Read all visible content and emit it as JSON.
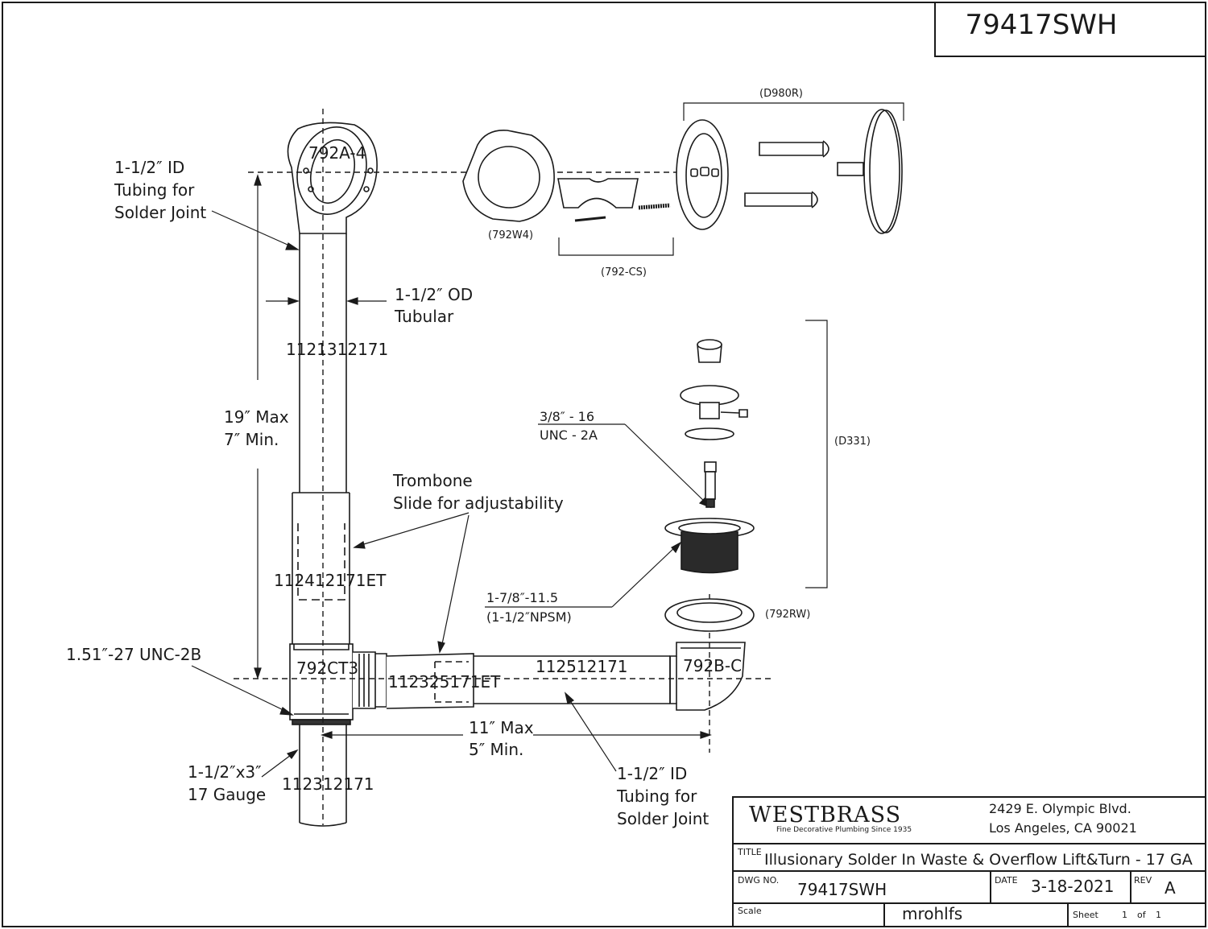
{
  "part_number": "79417SWH",
  "labels": {
    "id_tubing_top": [
      "1-1/2″ ID",
      "Tubing for",
      "Solder Joint"
    ],
    "od_tubular": [
      "1-1/2″ OD",
      "Tubular"
    ],
    "height_dim": [
      "19″ Max",
      "7″ Min."
    ],
    "trombone": [
      "Trombone",
      "Slide for adjustability"
    ],
    "unc_thread": "1.51″-27 UNC-2B",
    "tail": [
      "1-1/2″x3″",
      "17 Gauge"
    ],
    "width_dim": [
      "11″ Max",
      "5″ Min."
    ],
    "id_tubing_bottom": [
      "1-1/2″ ID",
      "Tubing for",
      "Solder Joint"
    ],
    "thread_38": [
      "3/8″ - 16",
      "UNC - 2A"
    ],
    "thread_178": [
      "1-7/8″-11.5",
      "(1-1/2″NPSM)"
    ]
  },
  "parts": {
    "elbow_top": "792A-4",
    "pipe_upper": "1121312171",
    "slide_vertical": "112412171ET",
    "tee": "792CT3",
    "slide_horizontal": "112325171ET",
    "pipe_horizontal": "112512171",
    "drain_elbow": "792B-C",
    "tail_pipe": "112312171",
    "overflow_washer": "(792W4)",
    "cs_group": "(792-CS)",
    "faceplate_group": "(D980R)",
    "stopper_group": "(D331)",
    "rubber_washer": "(792RW)"
  },
  "title_block": {
    "company": "WESTBRASS",
    "tagline": "Fine Decorative Plumbing Since 1935",
    "address1": "2429 E. Olympic Blvd.",
    "address2": "Los Angeles, CA 90021",
    "title_caption": "TITLE",
    "title": "Illusionary Solder In Waste & Overflow Lift&Turn - 17 GA",
    "dwg_caption": "DWG NO.",
    "dwg_no": "79417SWH",
    "date_caption": "DATE",
    "date": "3-18-2021",
    "rev_caption": "REV",
    "rev": "A",
    "scale_caption": "Scale",
    "drawn_by": "mrohlfs",
    "sheet_caption": "Sheet",
    "sheet_num": "1",
    "sheet_of": "of",
    "sheet_total": "1"
  }
}
